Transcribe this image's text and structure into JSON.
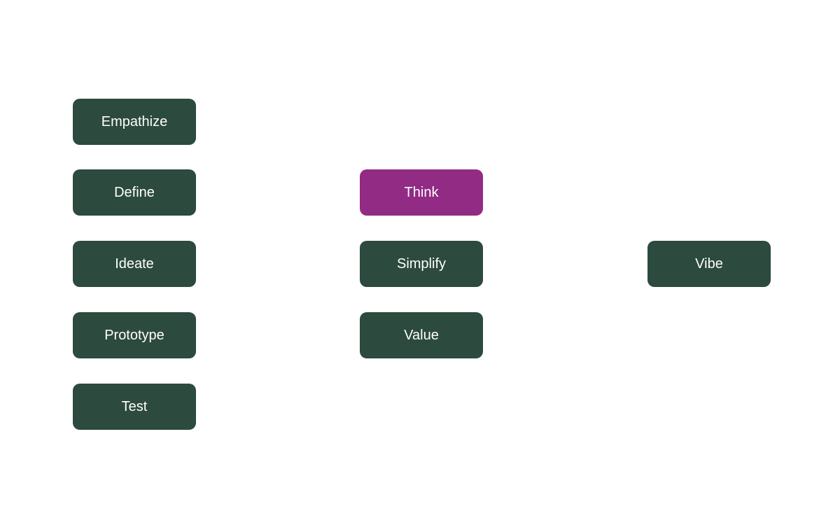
{
  "colors": {
    "node": "#2c4a3e",
    "highlight": "#922b84",
    "text": "#ffffff",
    "background": "#ffffff"
  },
  "columns": [
    {
      "nodes": [
        "Empathize",
        "Define",
        "Ideate",
        "Prototype",
        "Test"
      ]
    },
    {
      "nodes": [
        "Think",
        "Simplify",
        "Value"
      ]
    },
    {
      "nodes": [
        "Vibe"
      ]
    }
  ],
  "highlighted": "Think"
}
